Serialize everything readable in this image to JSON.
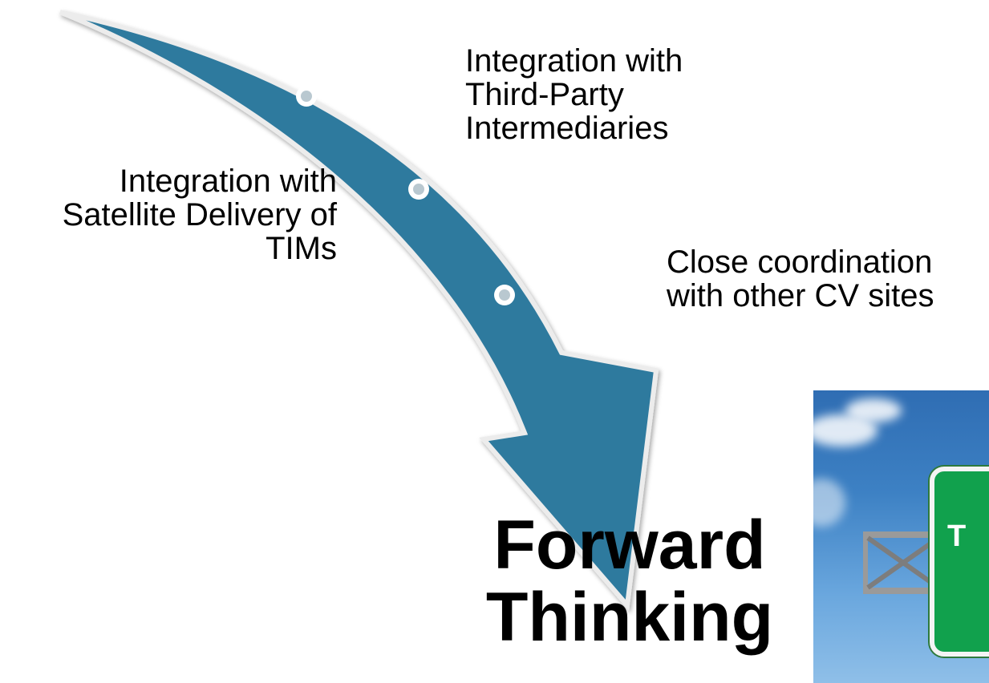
{
  "labels": {
    "third_party": "Integration with\nThird-Party\nIntermediaries",
    "satellite": "Integration with\nSatellite Delivery of\nTIMs",
    "cv_sites": "Close coordination\nwith other CV sites"
  },
  "headline": "Forward\nThinking",
  "photo": {
    "sign_text": "T"
  },
  "colors": {
    "arrow": "#2e7a9e",
    "arrow_border": "#e8e8e8",
    "dot": "#b9c8d0"
  }
}
